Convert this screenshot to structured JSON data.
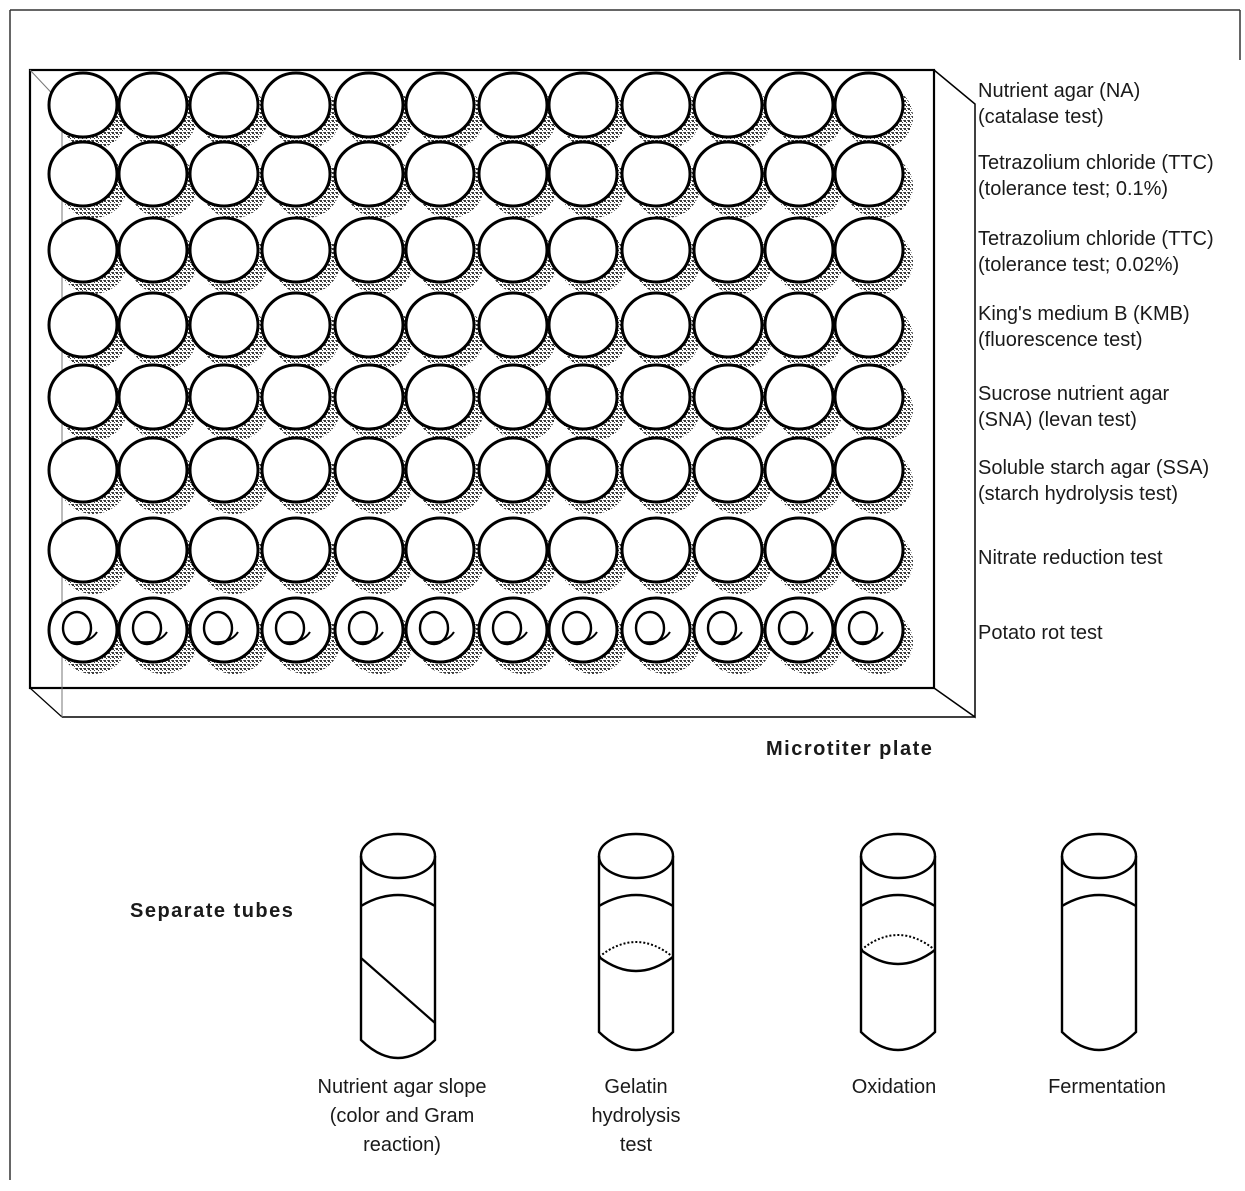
{
  "plate": {
    "caption": "Microtiter plate",
    "columns": 12,
    "rows": [
      {
        "line1": "Nutrient agar (NA)",
        "line2": "(catalase test)",
        "well": "plain"
      },
      {
        "line1": "Tetrazolium chloride (TTC)",
        "line2": "(tolerance test; 0.1%)",
        "well": "plain"
      },
      {
        "line1": "Tetrazolium chloride (TTC)",
        "line2": "(tolerance test; 0.02%)",
        "well": "plain"
      },
      {
        "line1": "King's medium B (KMB)",
        "line2": "(fluorescence test)",
        "well": "plain"
      },
      {
        "line1": "Sucrose nutrient agar",
        "line2": "(SNA) (levan test)",
        "well": "plain"
      },
      {
        "line1": "Soluble starch agar (SSA)",
        "line2": "(starch hydrolysis test)",
        "well": "plain"
      },
      {
        "line1": "Nitrate reduction test",
        "line2": "",
        "well": "plain"
      },
      {
        "line1": "Potato rot test",
        "line2": "",
        "well": "potato"
      }
    ]
  },
  "tubes": {
    "caption": "Separate tubes",
    "items": [
      {
        "lines": [
          "Nutrient agar slope",
          "(color and Gram",
          "reaction)"
        ],
        "fill": "slope"
      },
      {
        "lines": [
          "Gelatin",
          "hydrolysis",
          "test"
        ],
        "fill": "gelatin"
      },
      {
        "lines": [
          "Oxidation"
        ],
        "fill": "oxidation"
      },
      {
        "lines": [
          "Fermentation"
        ],
        "fill": "fermentation"
      }
    ]
  }
}
